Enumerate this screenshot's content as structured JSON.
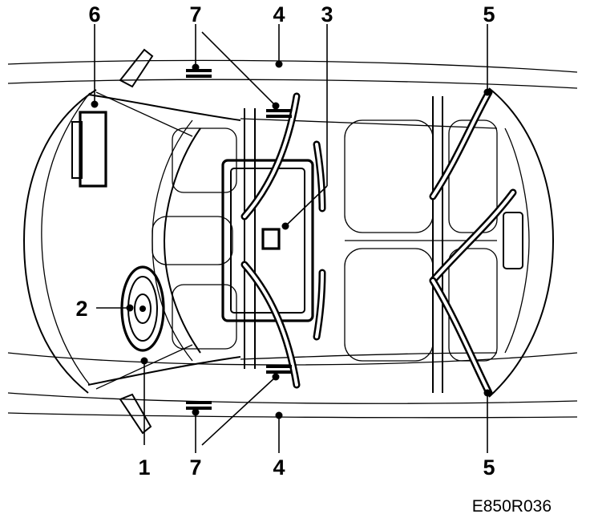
{
  "figure_code": "E850R036",
  "callouts": {
    "c1": "1",
    "c2": "2",
    "c3": "3",
    "c4_top": "4",
    "c4_bottom": "4",
    "c5_top": "5",
    "c5_bottom": "5",
    "c6": "6",
    "c7_top": "7",
    "c7_bottom": "7"
  }
}
